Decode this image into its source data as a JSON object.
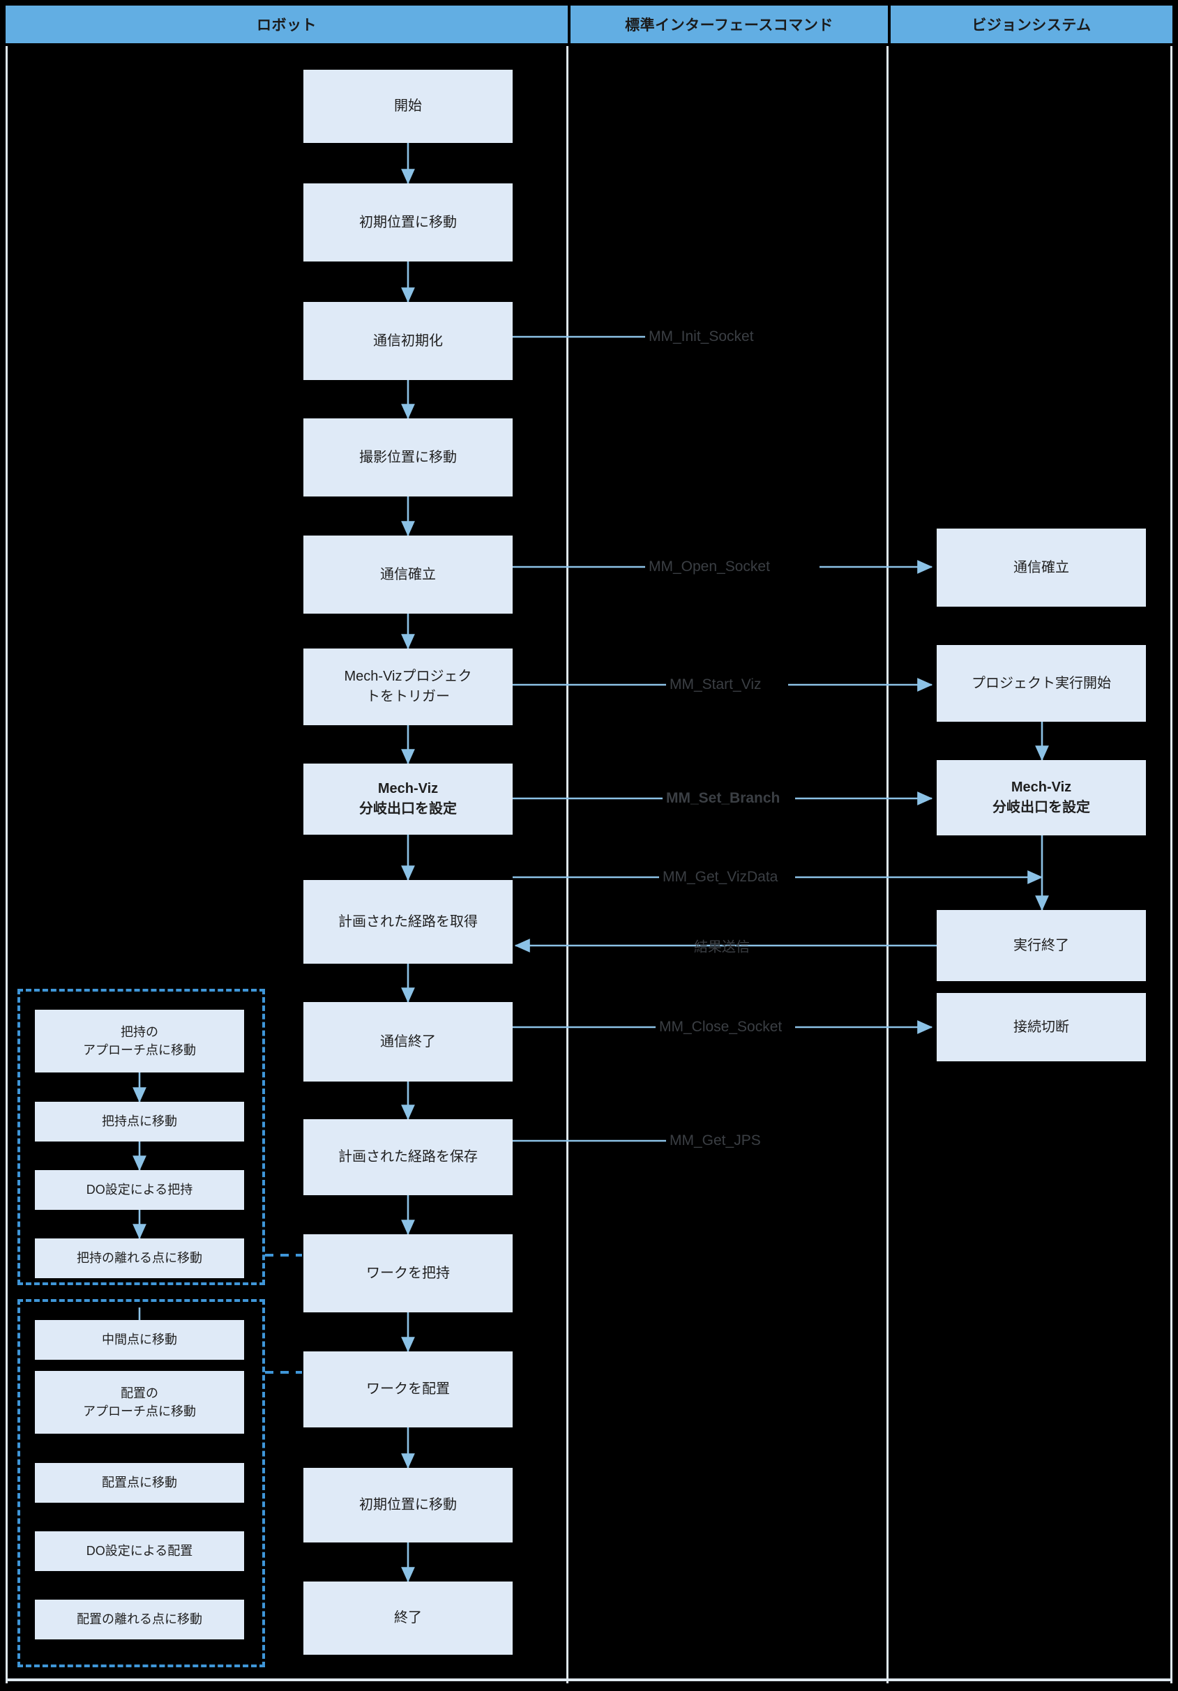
{
  "lanes": [
    {
      "id": "robot",
      "label": "ロボット"
    },
    {
      "id": "interface",
      "label": "標準インターフェースコマンド"
    },
    {
      "id": "vision",
      "label": "ビジョンシステム"
    }
  ],
  "robot_nodes": [
    {
      "id": "start",
      "lines": [
        "開始"
      ]
    },
    {
      "id": "move-home-1",
      "lines": [
        "初期位置に移動"
      ]
    },
    {
      "id": "init-comm",
      "lines": [
        "通信初期化"
      ]
    },
    {
      "id": "move-capture",
      "lines": [
        "撮影位置に移動"
      ]
    },
    {
      "id": "open-comm",
      "lines": [
        "通信確立"
      ]
    },
    {
      "id": "trigger-viz",
      "lines": [
        "Mech-Vizプロジェク",
        "トをトリガー"
      ]
    },
    {
      "id": "set-branch",
      "lines": [
        "Mech-Viz",
        "分岐出口を設定"
      ],
      "bold": true
    },
    {
      "id": "get-path",
      "lines": [
        "計画された経路を取得"
      ]
    },
    {
      "id": "close-comm",
      "lines": [
        "通信終了"
      ]
    },
    {
      "id": "save-path",
      "lines": [
        "計画された経路を保存"
      ]
    },
    {
      "id": "pick-work",
      "lines": [
        "ワークを把持"
      ]
    },
    {
      "id": "place-work",
      "lines": [
        "ワークを配置"
      ]
    },
    {
      "id": "move-home-2",
      "lines": [
        "初期位置に移動"
      ]
    },
    {
      "id": "end",
      "lines": [
        "終了"
      ]
    }
  ],
  "vision_nodes": [
    {
      "id": "v-open-comm",
      "lines": [
        "通信確立"
      ]
    },
    {
      "id": "v-project-start",
      "lines": [
        "プロジェクト実行開始"
      ]
    },
    {
      "id": "v-set-branch",
      "lines": [
        "Mech-Viz",
        "分岐出口を設定"
      ],
      "bold": true
    },
    {
      "id": "v-exec-end",
      "lines": [
        "実行終了"
      ]
    },
    {
      "id": "v-disconnect",
      "lines": [
        "接続切断"
      ]
    }
  ],
  "commands": [
    {
      "id": "mm-init-socket",
      "label": "MM_Init_Socket",
      "bold": false
    },
    {
      "id": "mm-open-socket",
      "label": "MM_Open_Socket",
      "bold": false
    },
    {
      "id": "mm-start-viz",
      "label": "MM_Start_Viz",
      "bold": false
    },
    {
      "id": "mm-set-branch",
      "label": "MM_Set_Branch",
      "bold": true
    },
    {
      "id": "mm-get-vizdata",
      "label": "MM_Get_VizData",
      "bold": false
    },
    {
      "id": "send-result",
      "label": "結果送信",
      "bold": false
    },
    {
      "id": "mm-close-socket",
      "label": "MM_Close_Socket",
      "bold": false
    },
    {
      "id": "mm-get-jps",
      "label": "MM_Get_JPS",
      "bold": false
    }
  ],
  "pick_group": {
    "id": "pick-sequence",
    "nodes": [
      {
        "id": "pick-approach",
        "lines": [
          "把持の",
          "アプローチ点に移動"
        ]
      },
      {
        "id": "pick-point",
        "lines": [
          "把持点に移動"
        ]
      },
      {
        "id": "pick-do",
        "lines": [
          "DO設定による把持"
        ]
      },
      {
        "id": "pick-departure",
        "lines": [
          "把持の離れる点に移動"
        ]
      }
    ]
  },
  "place_group": {
    "id": "place-sequence",
    "nodes": [
      {
        "id": "waypoint",
        "lines": [
          "中間点に移動"
        ]
      },
      {
        "id": "place-approach",
        "lines": [
          "配置の",
          "アプローチ点に移動"
        ]
      },
      {
        "id": "place-point",
        "lines": [
          "配置点に移動"
        ]
      },
      {
        "id": "place-do",
        "lines": [
          "DO設定による配置"
        ]
      },
      {
        "id": "place-departure",
        "lines": [
          "配置の離れる点に移動"
        ]
      }
    ]
  },
  "colors": {
    "lane_header": "#62aee3",
    "node_fill": "#dfeaf7",
    "connector": "#8cc2e6",
    "dashed_group": "#3f96d8",
    "background": "#000000",
    "divider": "#dfe8ef"
  }
}
